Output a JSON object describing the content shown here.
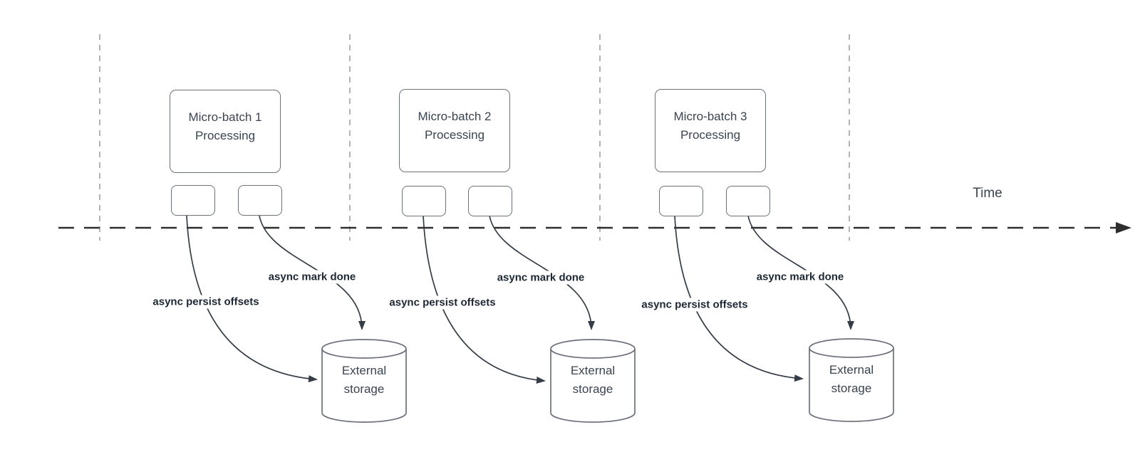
{
  "diagram": {
    "time_label": "Time",
    "colors": {
      "shape_border": "#6b717a",
      "arrow_stroke": "#343c46",
      "timeline_stroke": "#2e2e2e",
      "guide_line": "#b1b4b9",
      "text": "#3a4450",
      "flow_label_text": "#1d2733"
    },
    "groups": [
      {
        "title_line1": "Micro-batch 1",
        "title_line2": "Processing",
        "persist_label": "async persist offsets",
        "done_label": "async mark done",
        "storage_line1": "External",
        "storage_line2": "storage"
      },
      {
        "title_line1": "Micro-batch 2",
        "title_line2": "Processing",
        "persist_label": "async persist offsets",
        "done_label": "async mark done",
        "storage_line1": "External",
        "storage_line2": "storage"
      },
      {
        "title_line1": "Micro-batch 3",
        "title_line2": "Processing",
        "persist_label": "async persist offsets",
        "done_label": "async mark done",
        "storage_line1": "External",
        "storage_line2": "storage"
      }
    ]
  }
}
